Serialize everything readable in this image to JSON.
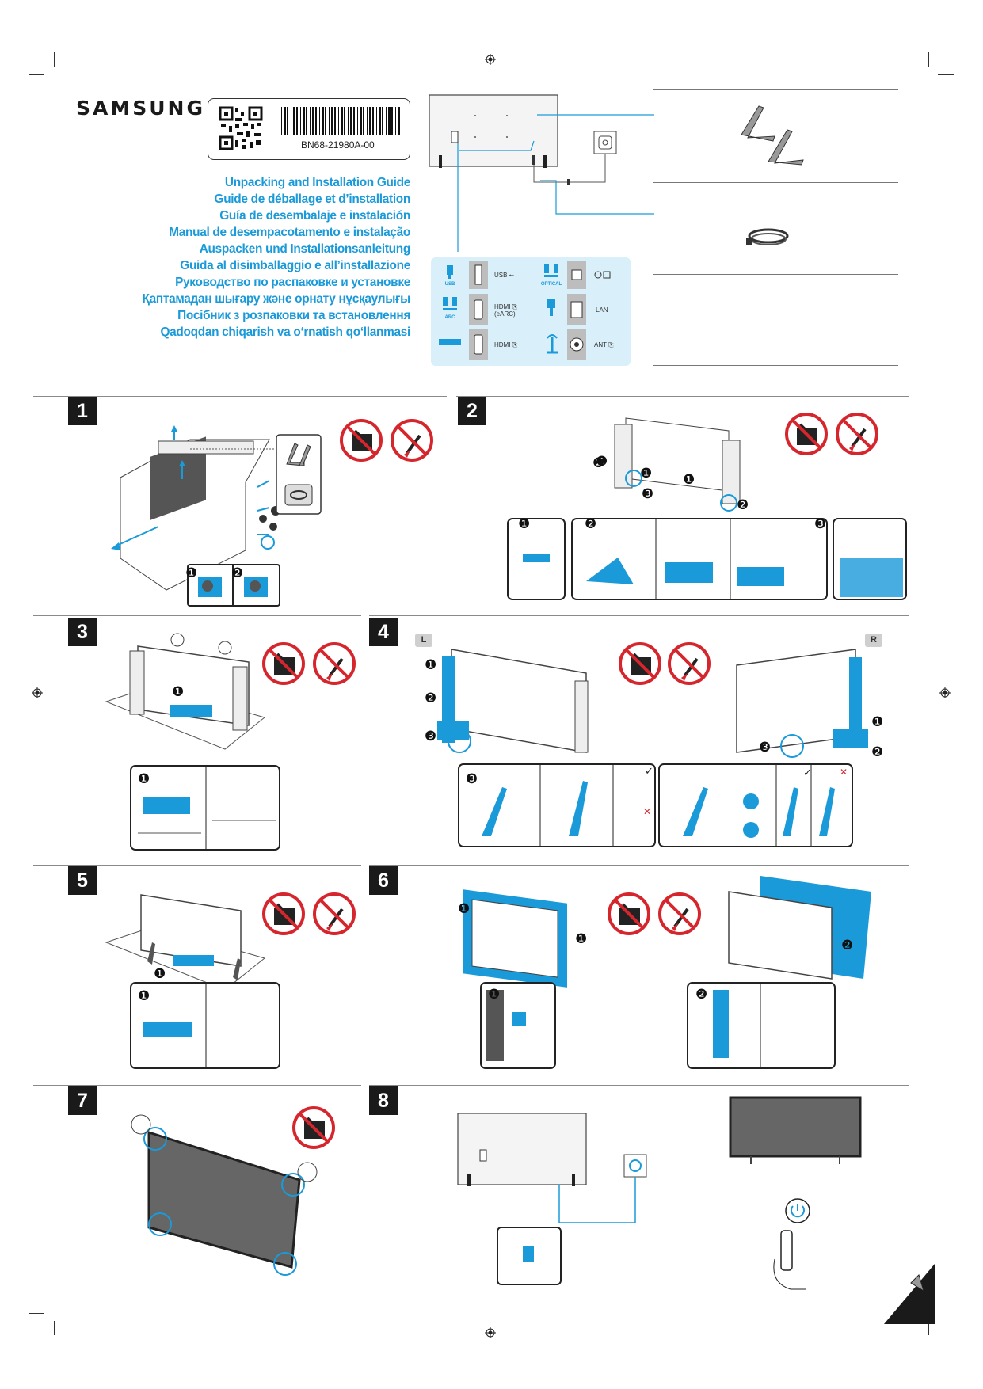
{
  "brand": "SAMSUNG",
  "part_number": "BN68-21980A-00",
  "guide_titles": [
    "Unpacking and Installation Guide",
    "Guide de déballage et d’installation",
    "Guía de desembalaje e instalación",
    "Manual de desempacotamento e instalação",
    "Auspacken und Installationsanleitung",
    "Guida al disimballaggio e all’installazione",
    "Руководство по распаковке и установке",
    "Қаптамадан шығару және орнату нұсқаулығы",
    "Посібник з розпаковки та встановлення",
    "Qadoqdan chiqarish va o‘rnatish qo‘llanmasi"
  ],
  "ports": {
    "usb_icon_label": "USB",
    "usb_port_label": "USB ⭠",
    "optical_icon_label": "OPTICAL",
    "hdmi_earc_label": "HDMI ⎘ (eARC)",
    "arc_icon_label": "ARC",
    "lan_label": "LAN",
    "hdmi_label": "HDMI ⎘",
    "ant_label": "ANT ⎘"
  },
  "steps": [
    "1",
    "2",
    "3",
    "4",
    "5",
    "6",
    "7",
    "8"
  ],
  "step4_sides": {
    "left": "L",
    "right": "R"
  },
  "callouts": {
    "one": "❶",
    "two": "❷",
    "three": "❸"
  },
  "check_mark": "✓",
  "cross_mark": "✕",
  "accent_color": "#1a9ad9",
  "prohibit_color": "#d6262d"
}
